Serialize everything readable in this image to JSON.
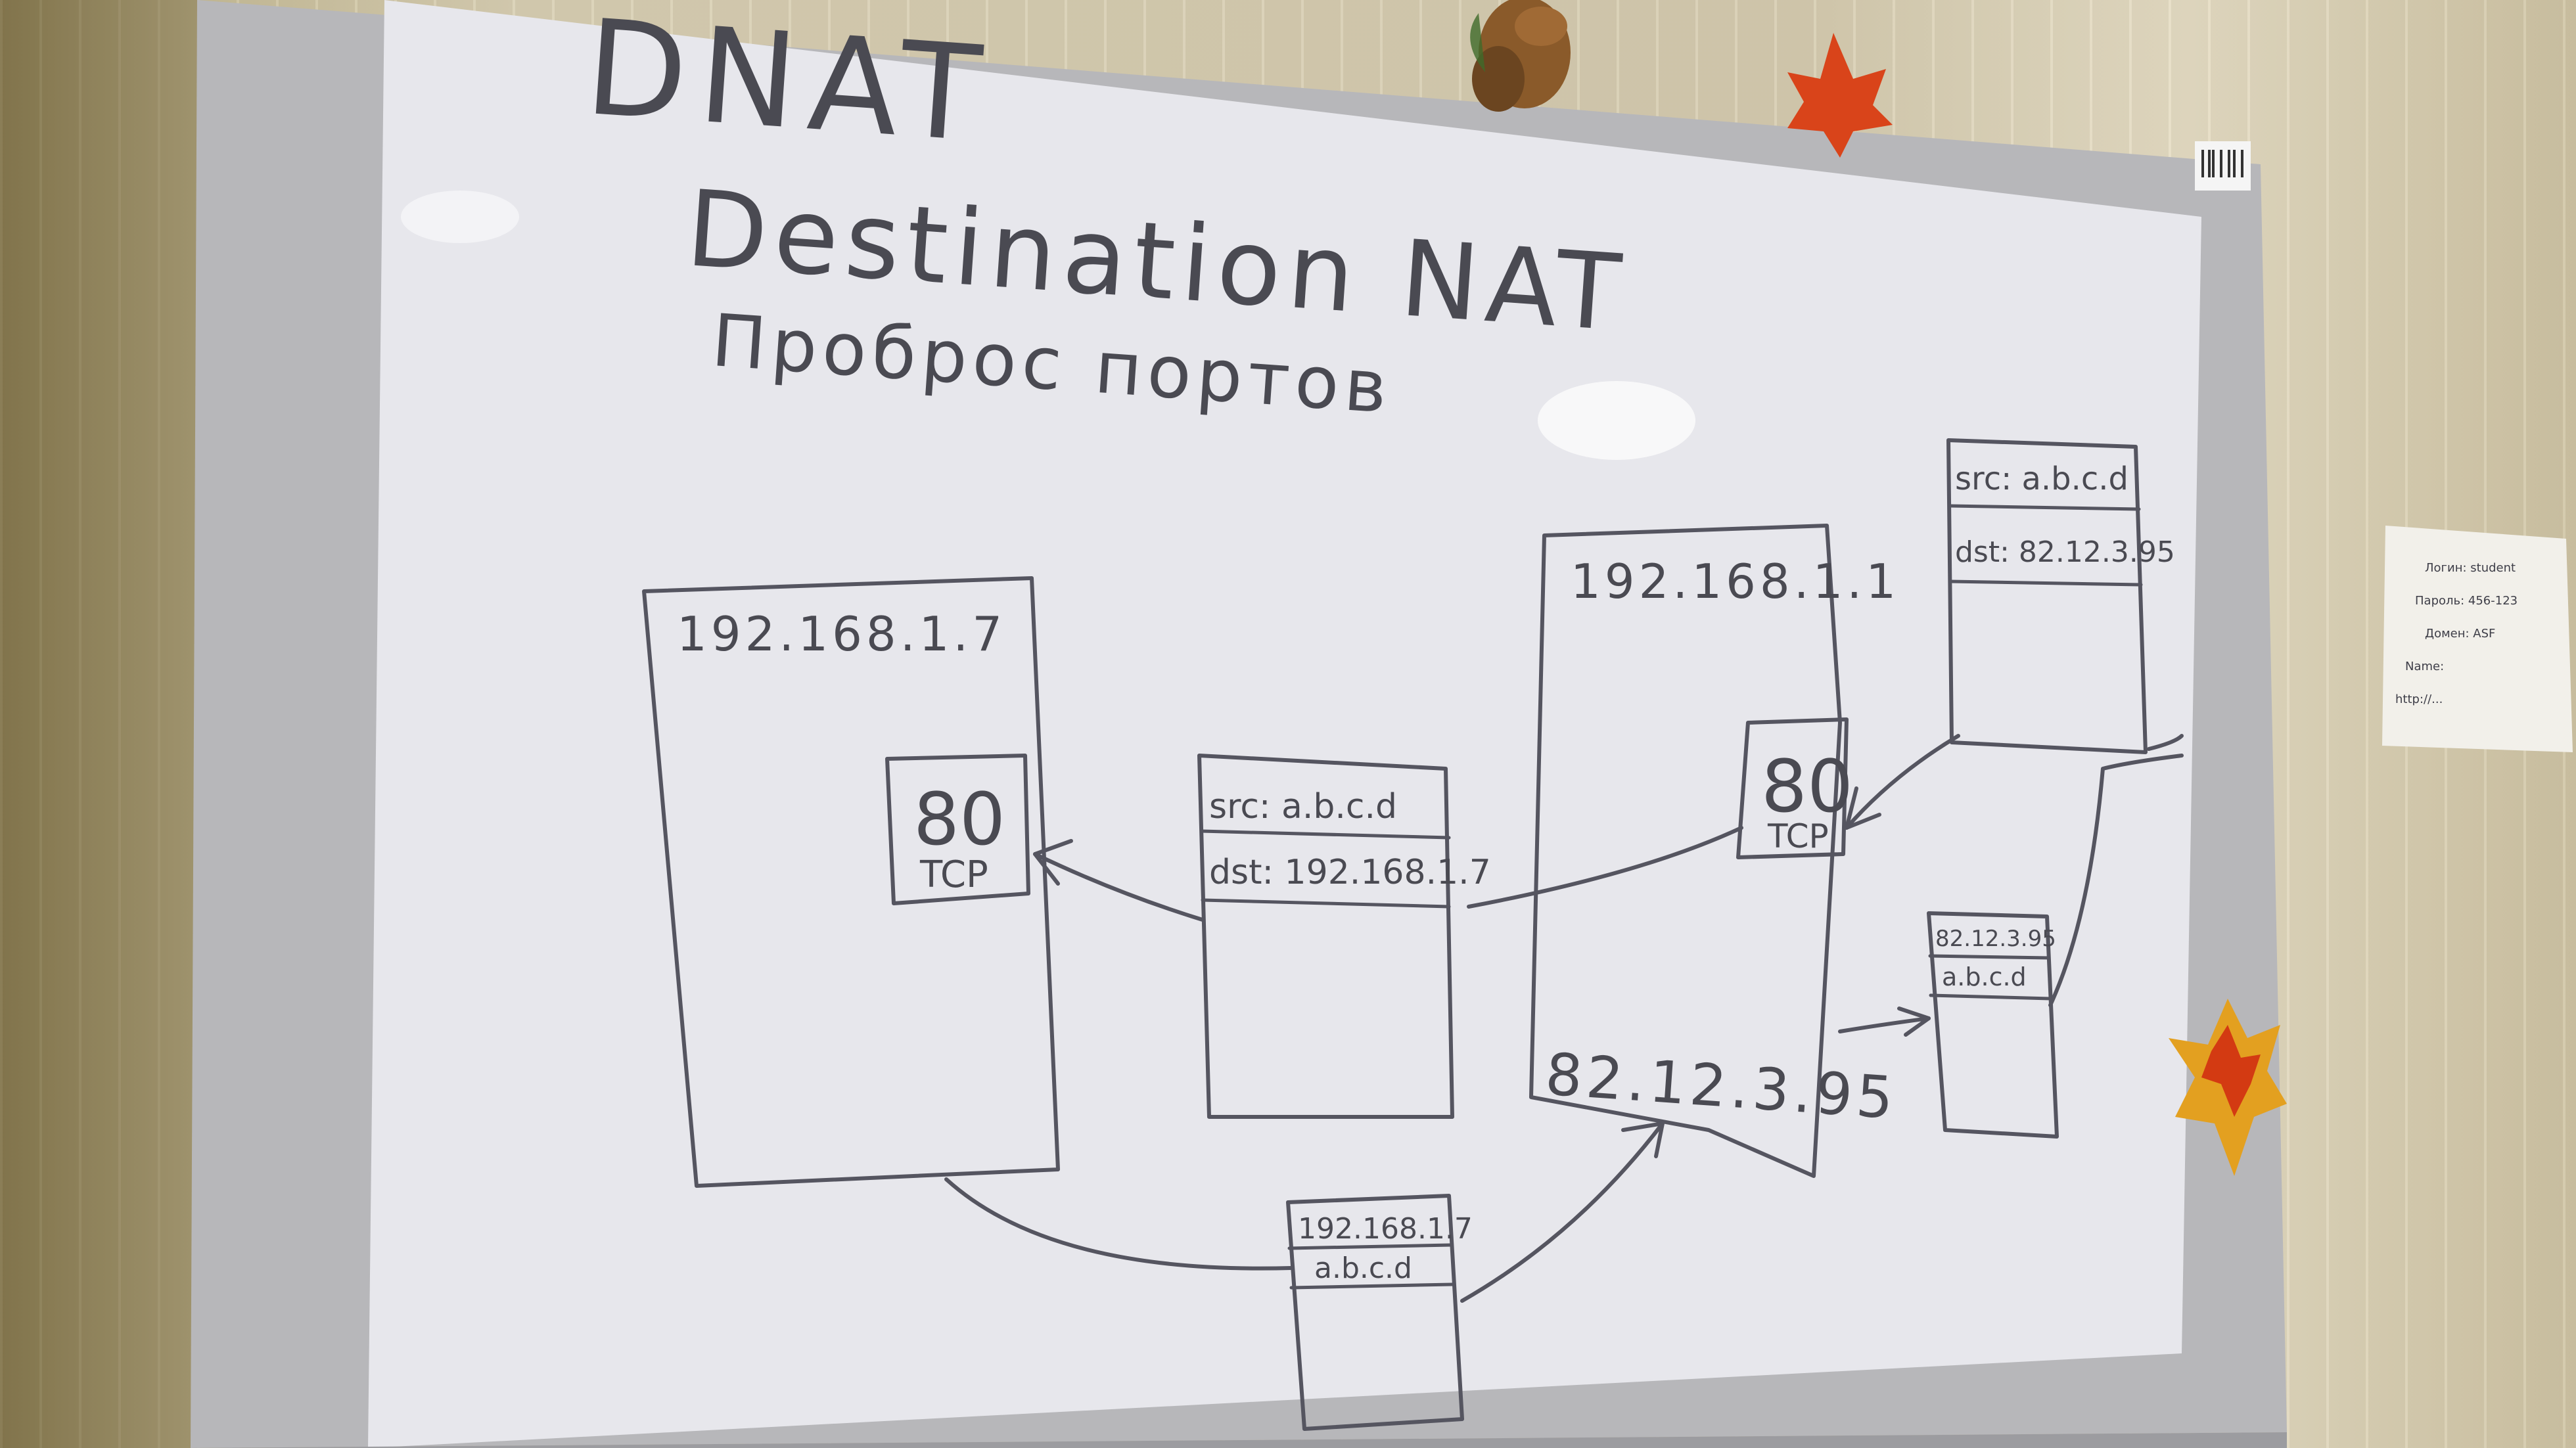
{
  "board": {
    "title": "DNAT",
    "subtitle": "Destination NAT",
    "subtitle_ru": "Проброс портов",
    "colors": {
      "ink": "#4a4a52",
      "board": "#e9e9ee",
      "frame": "#b9b9bc",
      "leaf_red": "#d9441a",
      "leaf_orange": "#f0a020"
    }
  },
  "diagram": {
    "server_internal": {
      "ip": "192.168.1.7",
      "port": "80",
      "proto": "TCP"
    },
    "router": {
      "ip_internal": "192.168.1.1",
      "ip_external": "82.12.3.95",
      "port": "80",
      "proto": "TCP"
    },
    "packet_to_server": {
      "src": "src: a.b.c.d",
      "dst": "dst: 192.168.1.7"
    },
    "packet_from_client": {
      "src": "src: a.b.c.d",
      "dst": "dst: 82.12.3.95"
    },
    "packet_reply_internal": {
      "src": "192.168.1.7",
      "dst": "a.b.c.d"
    },
    "packet_reply_external": {
      "src": "82.12.3.95",
      "dst": "a.b.c.d"
    }
  },
  "note_card": {
    "lines": [
      "Логин: student",
      "Пароль: 456-123",
      "Домен: ASF",
      "Name:",
      "http://..."
    ]
  }
}
